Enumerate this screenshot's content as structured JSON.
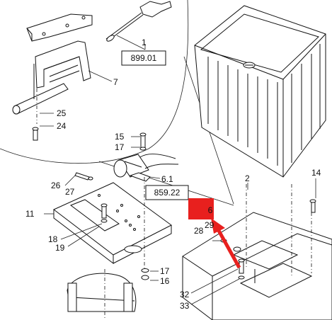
{
  "diagram": {
    "callouts": {
      "c1": "1",
      "c7": "7",
      "c25": "25",
      "c24": "24",
      "c15": "15",
      "c17a": "17",
      "c6_1": "6.1",
      "c26": "26",
      "c27": "27",
      "c11": "11",
      "c18": "18",
      "c19": "19",
      "c17b": "17",
      "c16": "16",
      "c14": "14",
      "c2": "2",
      "c28": "28",
      "c29": "29",
      "c6": "6",
      "c32": "32",
      "c33": "33"
    },
    "ref_boxes": {
      "box_899": "899.01",
      "box_859": "859.22"
    },
    "highlight": {
      "label": "6",
      "color": "#e8201e",
      "arrow_color": "#e8201e"
    }
  }
}
